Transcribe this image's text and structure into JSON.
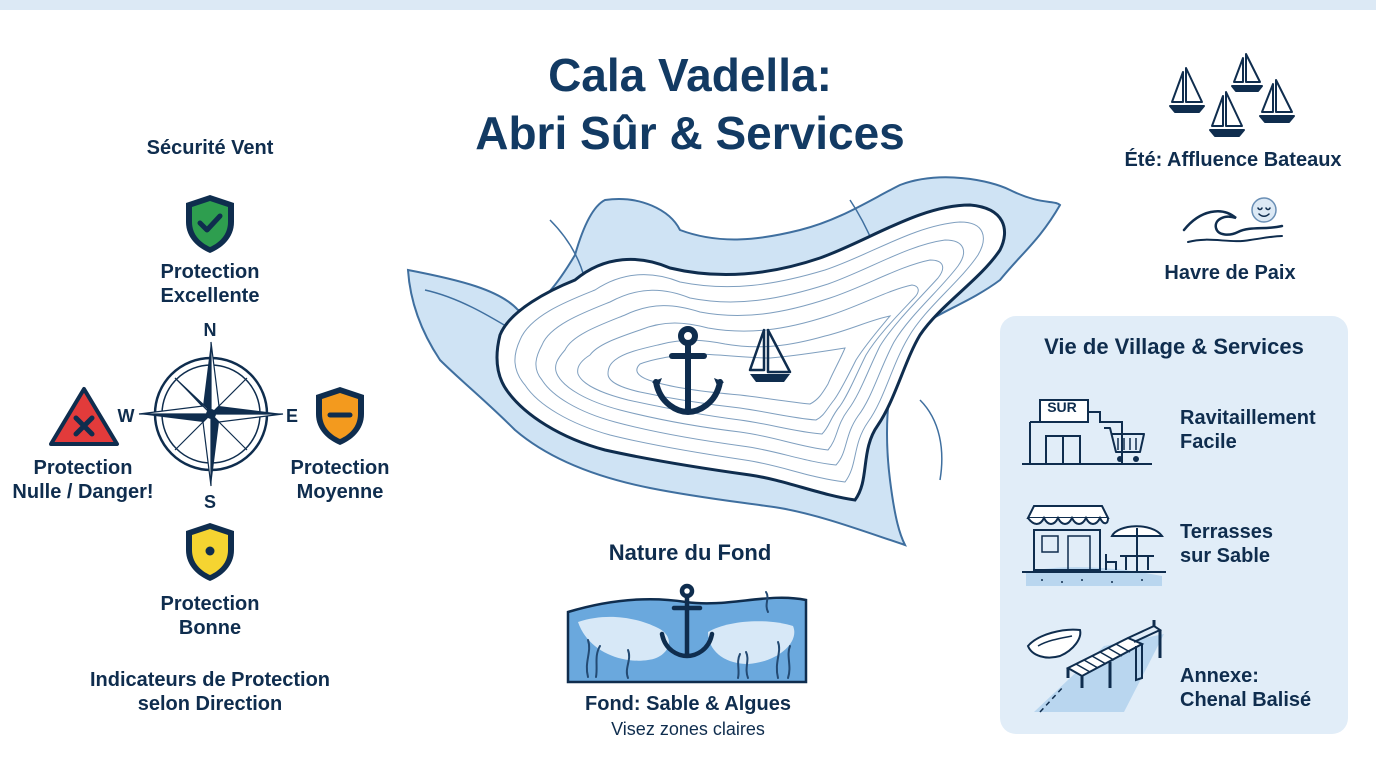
{
  "title": {
    "line1": "Cala Vadella:",
    "line2": "Abri Sûr & Services"
  },
  "wind_safety": {
    "heading": "Sécurité Vent",
    "compass": {
      "north": "N",
      "south": "S",
      "east": "E",
      "west": "W"
    },
    "north": {
      "line1": "Protection",
      "line2": "Excellente",
      "color": "#2e9e4f",
      "icon": "check-shield"
    },
    "west": {
      "line1": "Protection",
      "line2": "Nulle / Danger!",
      "color": "#e23b3b",
      "icon": "x-warning-triangle"
    },
    "east": {
      "line1": "Protection",
      "line2": "Moyenne",
      "color": "#f39a1e",
      "icon": "minus-shield"
    },
    "south": {
      "line1": "Protection",
      "line2": "Bonne",
      "color": "#f5d431",
      "icon": "dot-shield"
    },
    "footer": {
      "line1": "Indicateurs de Protection",
      "line2": "selon Direction"
    }
  },
  "seabed": {
    "heading": "Nature du Fond",
    "line1": "Fond: Sable & Algues",
    "line2": "Visez zones claires"
  },
  "season": {
    "summer": "Été: Affluence Bateaux",
    "haven": "Havre de Paix"
  },
  "village": {
    "heading": "Vie de Village & Services",
    "shop_sign": "SUR",
    "items": [
      {
        "line1": "Ravitaillement",
        "line2": "Facile",
        "icon": "supermarket-icon"
      },
      {
        "line1": "Terrasses",
        "line2": "sur Sable",
        "icon": "beach-terrace-icon"
      },
      {
        "line1": "Annexe:",
        "line2": "Chenal Balisé",
        "icon": "dinghy-pontoon-icon"
      }
    ]
  },
  "colors": {
    "navy": "#0f2d4e",
    "water": "#cfe3f4",
    "panel": "#e1edf8"
  }
}
